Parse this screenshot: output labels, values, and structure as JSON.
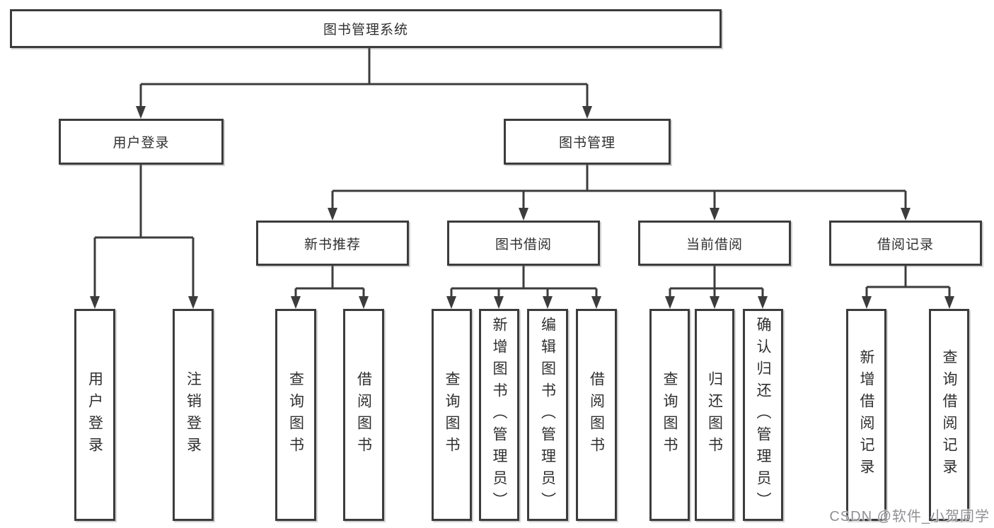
{
  "colors": {
    "line": "#3c3c3c",
    "box_border": "#3c3c3c",
    "text": "#2f2f2f",
    "background": "#ffffff",
    "watermark": "#7d7d82"
  },
  "watermark": "CSDN @软件_小贺同学",
  "tree": {
    "root": "图书管理系统",
    "level2": [
      "用户登录",
      "图书管理"
    ],
    "level3": [
      "新书推荐",
      "图书借阅",
      "当前借阅",
      "借阅记录"
    ],
    "leaves": {
      "user_login": [
        "用户登录",
        "注销登录"
      ],
      "new_book": [
        "查询图书",
        "借阅图书"
      ],
      "borrow": [
        "查询图书",
        "新增图书（管理员）",
        "编辑图书（管理员）",
        "借阅图书"
      ],
      "current": [
        "查询图书",
        "归还图书",
        "确认归还（管理员）"
      ],
      "record": [
        "新增借阅记录",
        "查询借阅记录"
      ]
    }
  }
}
